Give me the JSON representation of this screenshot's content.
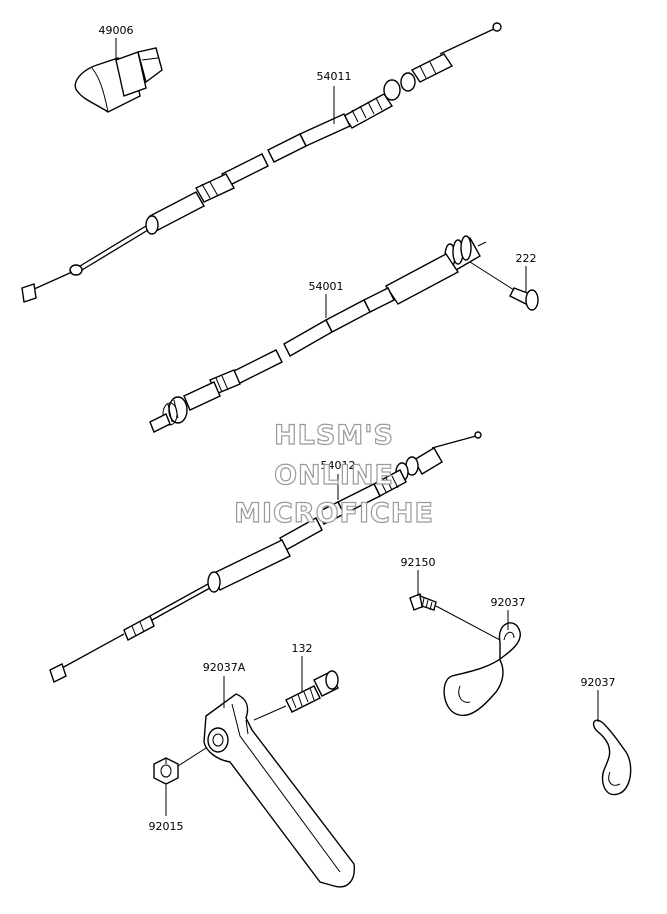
{
  "watermark": {
    "line1": "HLSM'S",
    "line2": "ONLINE",
    "line3": "MICROFICHE"
  },
  "parts": [
    {
      "id": "49006",
      "label": "49006"
    },
    {
      "id": "54011",
      "label": "54011"
    },
    {
      "id": "54001",
      "label": "54001"
    },
    {
      "id": "222",
      "label": "222"
    },
    {
      "id": "54012",
      "label": "54012"
    },
    {
      "id": "92150",
      "label": "92150"
    },
    {
      "id": "92037-a",
      "label": "92037"
    },
    {
      "id": "92037A",
      "label": "92037A"
    },
    {
      "id": "132",
      "label": "132"
    },
    {
      "id": "92015",
      "label": "92015"
    },
    {
      "id": "92037-b",
      "label": "92037"
    }
  ]
}
